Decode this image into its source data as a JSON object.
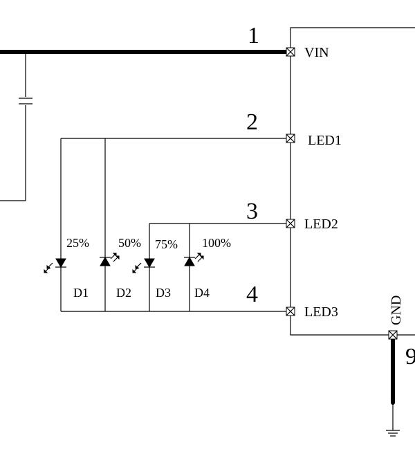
{
  "ic": {
    "pins": [
      {
        "label": "VIN",
        "net": "1"
      },
      {
        "label": "LED1",
        "net": "2"
      },
      {
        "label": "LED2",
        "net": "3"
      },
      {
        "label": "LED3",
        "net": "4"
      }
    ],
    "gnd_label": "GND",
    "partial_digit": "9"
  },
  "leds": [
    {
      "ref": "D1",
      "brightness": "25%"
    },
    {
      "ref": "D2",
      "brightness": "50%"
    },
    {
      "ref": "D3",
      "brightness": "75%"
    },
    {
      "ref": "D4",
      "brightness": "100%"
    }
  ]
}
